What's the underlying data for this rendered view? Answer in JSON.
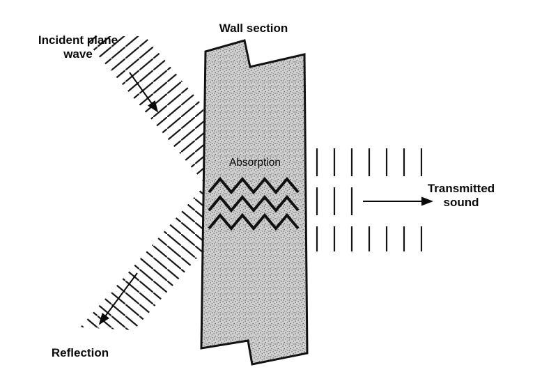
{
  "figure": {
    "wall": {
      "label": "Wall section",
      "fill": "#d0d0d0"
    },
    "incident": {
      "label_line1": "Incident plane",
      "label_line2": "wave"
    },
    "reflection": {
      "label": "Reflection"
    },
    "absorption": {
      "label": "Absorption"
    },
    "transmitted": {
      "label_line1": "Transmitted",
      "label_line2": "sound"
    },
    "colors": {
      "background": "#ffffff",
      "line": "#0a0a0a",
      "wall_fill": "#d0d0d0"
    }
  }
}
